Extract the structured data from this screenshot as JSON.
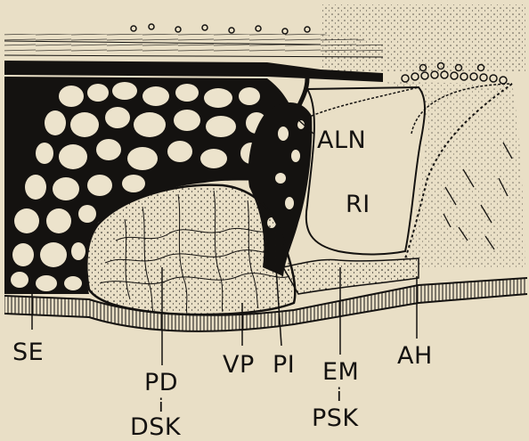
{
  "figure": {
    "labels": {
      "aln": "ALN",
      "ri": "RI",
      "se": "SE",
      "pd": "PD",
      "pd_connector": "i",
      "dsk": "DSK",
      "vp": "VP",
      "pi": "PI",
      "em": "EM",
      "em_connector": "i",
      "psk": "PSK",
      "ah": "AH"
    },
    "colors": {
      "paper": "#e9dfc6",
      "ink": "#141210",
      "cell_fill": "#ece3cc"
    }
  }
}
